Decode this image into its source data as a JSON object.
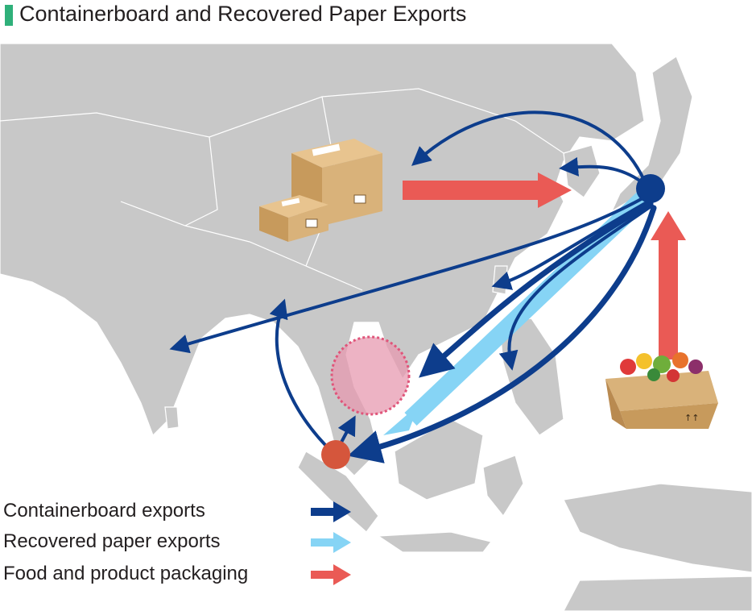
{
  "title": "Containerboard and Recovered Paper Exports",
  "colors": {
    "land": "#c8c8c8",
    "sea": "#ffffff",
    "containerboard": "#0d3d8c",
    "recovered": "#86d4f5",
    "packaging": "#ea5a55",
    "title_mark": "#2fb07a",
    "hub_japan": "#0d3d8c",
    "hub_malaysia": "#d5563c",
    "highlight": "#e79ab0"
  },
  "icons": [
    "cardboard-boxes-icon",
    "produce-box-icon"
  ],
  "legend": [
    {
      "label": "Containerboard exports",
      "color": "#0d3d8c"
    },
    {
      "label": "Recovered paper exports",
      "color": "#86d4f5"
    },
    {
      "label": "Food and product packaging",
      "color": "#ea5a55"
    }
  ]
}
